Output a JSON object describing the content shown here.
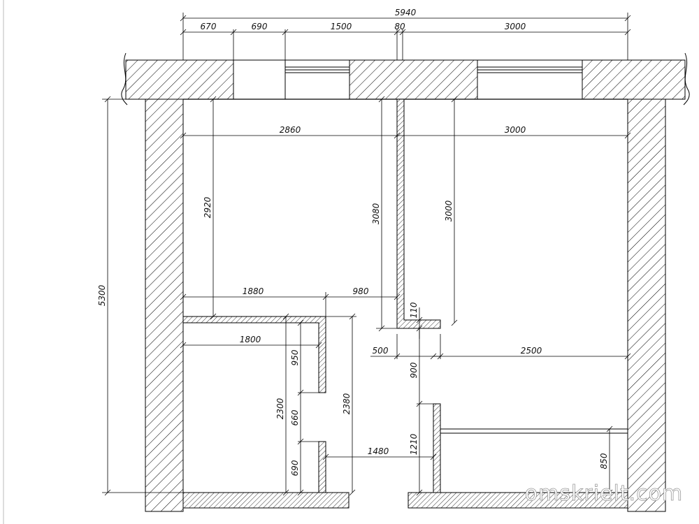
{
  "watermark": "omskrielt.com",
  "dimensions": {
    "total_width": "5940",
    "top_670": "670",
    "top_690": "690",
    "top_1500": "1500",
    "top_80": "80",
    "top_3000": "3000",
    "left_room_width": "2860",
    "right_room_width": "3000",
    "total_height": "5300",
    "left_room_depth": "2920",
    "partition_3080": "3080",
    "right_room_depth": "3000",
    "d_1880": "1880",
    "d_980": "980",
    "d_110": "110",
    "d_1800": "1800",
    "d_500": "500",
    "d_2500": "2500",
    "d_950": "950",
    "d_900": "900",
    "d_2300": "2300",
    "d_2380": "2380",
    "d_660": "660",
    "d_1210": "1210",
    "d_1480": "1480",
    "d_690": "690",
    "d_850": "850"
  },
  "colors": {
    "line": "#000000",
    "hatch": "#000000",
    "paper": "#ffffff"
  }
}
